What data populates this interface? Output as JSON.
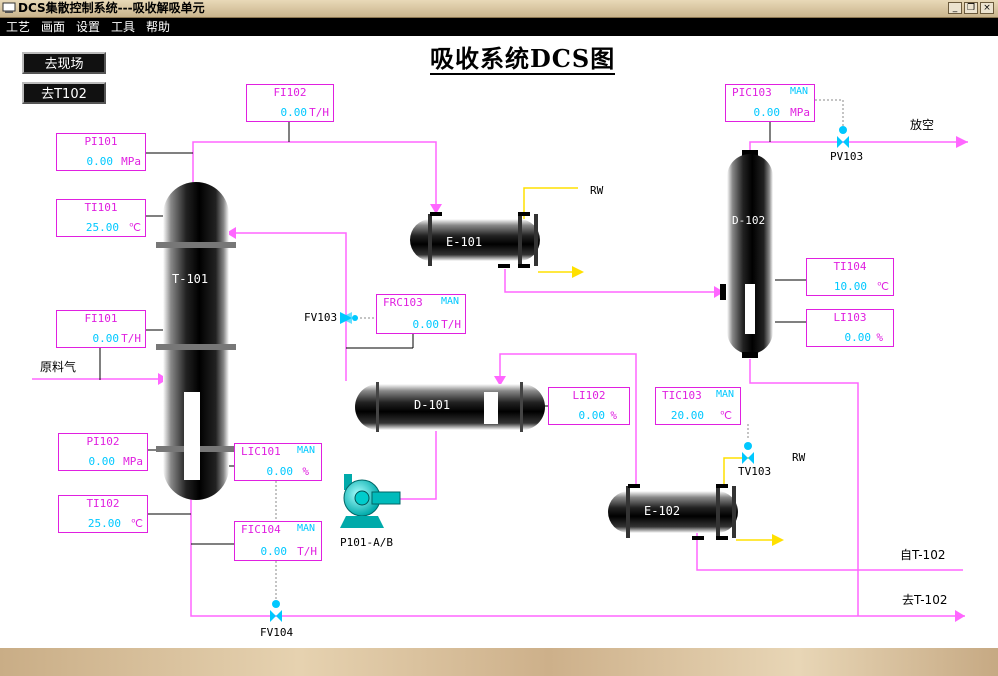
{
  "window": {
    "title": "DCS集散控制系统---吸收解吸单元"
  },
  "menu": {
    "items": [
      "工艺",
      "画面",
      "设置",
      "工具",
      "帮助"
    ]
  },
  "nav": {
    "go_field": "去现场",
    "go_t102": "去T102"
  },
  "page": {
    "title": "吸收系统DCS图"
  },
  "instruments": {
    "FI102": {
      "tag": "FI102",
      "value": "0.00",
      "unit": "T/H"
    },
    "PIC103": {
      "tag": "PIC103",
      "mode": "MAN",
      "value": "0.00",
      "unit": "MPa"
    },
    "PI101": {
      "tag": "PI101",
      "value": "0.00",
      "unit": "MPa"
    },
    "TI101": {
      "tag": "TI101",
      "value": "25.00",
      "unit": "℃"
    },
    "FI101": {
      "tag": "FI101",
      "value": "0.00",
      "unit": "T/H"
    },
    "FRC103": {
      "tag": "FRC103",
      "mode": "MAN",
      "value": "0.00",
      "unit": "T/H"
    },
    "TI104": {
      "tag": "TI104",
      "value": "10.00",
      "unit": "℃"
    },
    "LI103": {
      "tag": "LI103",
      "value": "0.00",
      "unit": "%"
    },
    "LI102": {
      "tag": "LI102",
      "value": "0.00",
      "unit": "%"
    },
    "TIC103": {
      "tag": "TIC103",
      "mode": "MAN",
      "value": "20.00",
      "unit": "℃"
    },
    "PI102": {
      "tag": "PI102",
      "value": "0.00",
      "unit": "MPa"
    },
    "LIC101": {
      "tag": "LIC101",
      "mode": "MAN",
      "value": "0.00",
      "unit": "%"
    },
    "TI102": {
      "tag": "TI102",
      "value": "25.00",
      "unit": "℃"
    },
    "FIC104": {
      "tag": "FIC104",
      "mode": "MAN",
      "value": "0.00",
      "unit": "T/H"
    }
  },
  "equipment": {
    "T101": "T-101",
    "E101": "E-101",
    "D101": "D-101",
    "D102": "D-102",
    "E102": "E-102",
    "P101": "P101-A/B"
  },
  "labels": {
    "fv103": "FV103",
    "fv104": "FV104",
    "pv103": "PV103",
    "tv103": "TV103",
    "rw1": "RW",
    "rw2": "RW",
    "vent": "放空",
    "feed_gas": "原料气",
    "from_t102": "自T-102",
    "to_t102": "去T-102"
  },
  "colors": {
    "process_line": "#ff66ff",
    "cooling_line": "#ffe000",
    "instrument": "#e020e0",
    "value": "#00c8ff",
    "valve": "#00c8ff",
    "pump": "#00c8c8",
    "menu_bg": "#000000"
  }
}
